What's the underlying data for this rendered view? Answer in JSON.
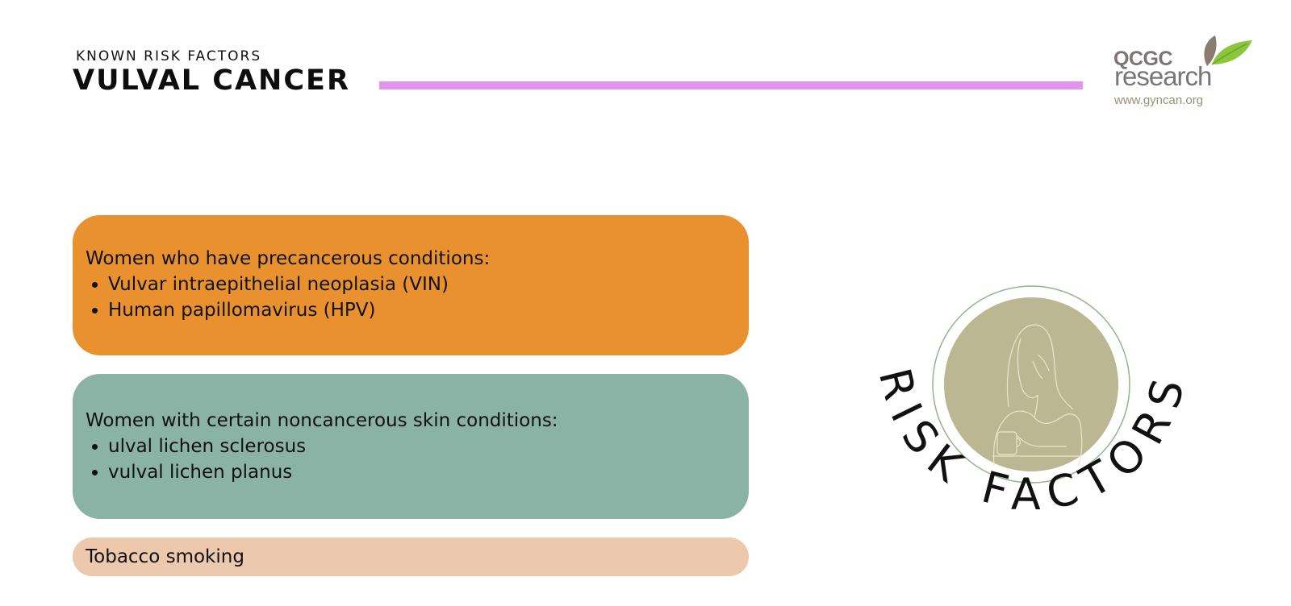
{
  "header": {
    "subtitle": "KNOWN RISK FACTORS",
    "title": "VULVAL CANCER",
    "accent_color": "#e294ef"
  },
  "logo": {
    "line1": "QCGC",
    "line2": "research",
    "url": "www.gyncan.org",
    "leaf_colors": [
      "#8a7d6e",
      "#8cc63f"
    ]
  },
  "boxes": [
    {
      "intro": "Women who have precancerous conditions:",
      "items": [
        "Vulvar intraepithelial neoplasia (VIN)",
        "Human papillomavirus (HPV)"
      ],
      "color": "#e8912e"
    },
    {
      "intro": "Women with certain noncancerous skin conditions:",
      "items": [
        "ulval lichen sclerosus",
        "vulval lichen planus"
      ],
      "color": "#8ab3a5"
    },
    {
      "intro": "Tobacco smoking",
      "items": [],
      "color": "#ecc8ad"
    }
  ],
  "emblem": {
    "arc_text": "RISK FACTORS",
    "ring_color": "#8fb58a",
    "circle_color": "#bbb792",
    "illustration": "woman-thinking-illustration"
  }
}
